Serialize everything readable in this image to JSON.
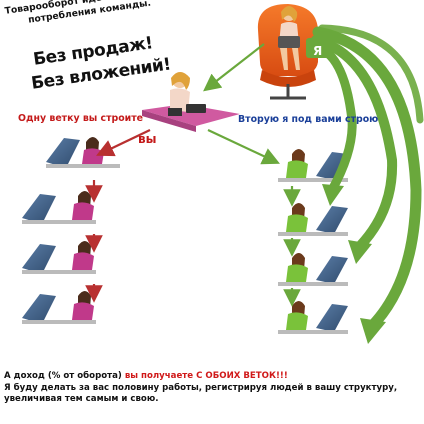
{
  "headline": {
    "line1": "Товарооборот идет за счет личного",
    "line2": "потребления команды.",
    "slogan1": "Без продаж!",
    "slogan2": "Без вложений!"
  },
  "labels": {
    "left_branch": "Одну ветку вы строите",
    "right_branch": "Вторую я под вами строю",
    "you": "вы",
    "me": "Я"
  },
  "footer": {
    "line1_prefix": "А доход (% от оборота) ",
    "line1_highlight": "вы получаете С ОБОИХ ВЕТОК!!!",
    "line2": "Я буду делать за вас половину работы, регистрируя людей в вашу структуру,",
    "line3": "увеличивая тем самым и свою."
  },
  "colors": {
    "red_arrow": "#b83030",
    "green_arrow": "#6aa83c",
    "left_text": "#c41a1a",
    "right_text": "#1a3f99",
    "desk_pink": "#d05aa0",
    "chair_orange": "#e8601c"
  }
}
